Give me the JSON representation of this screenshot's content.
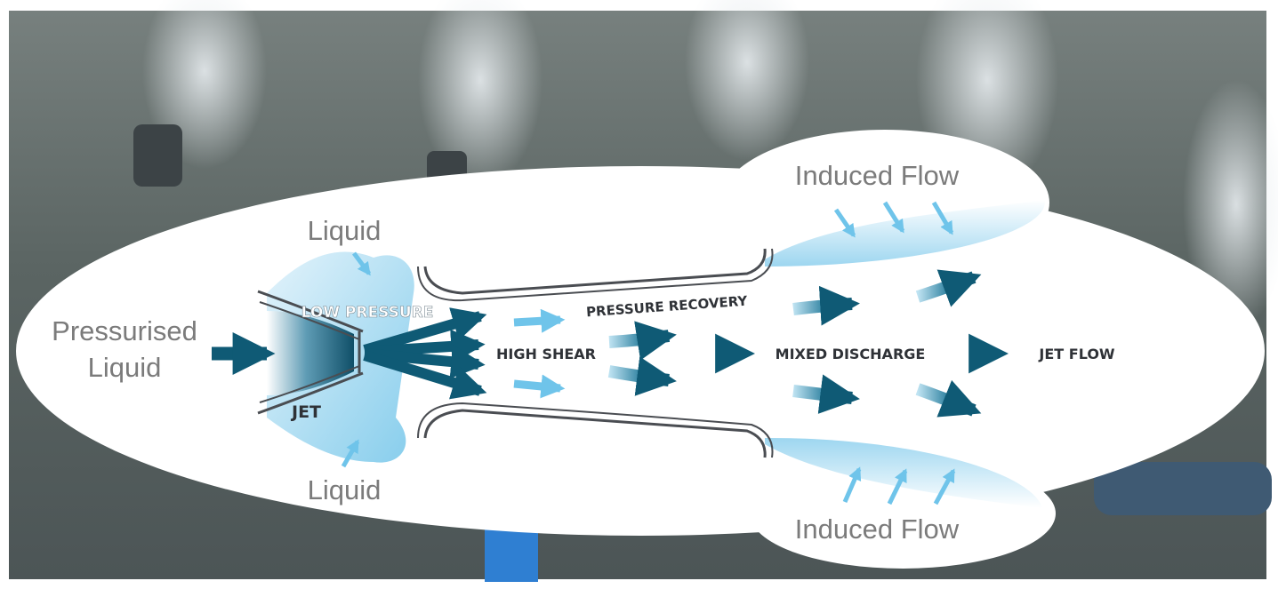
{
  "labels": {
    "pressurised_line1": "Pressurised",
    "pressurised_line2": "Liquid",
    "liquid_top": "Liquid",
    "liquid_bottom": "Liquid",
    "low_pressure": "LOW PRESSURE",
    "jet": "JET",
    "high_shear": "HIGH SHEAR",
    "pressure_recovery": "PRESSURE RECOVERY",
    "mixed_discharge": "MIXED DISCHARGE",
    "jet_flow": "JET FLOW",
    "induced_flow_top": "Induced Flow",
    "induced_flow_bottom": "Induced Flow"
  },
  "colors": {
    "arrow_dark": "#0f5a75",
    "arrow_light": "#6fc4ea",
    "cloud": "#ffffff",
    "text_light": "#7b7b7b",
    "text_dark": "#2f3237"
  }
}
